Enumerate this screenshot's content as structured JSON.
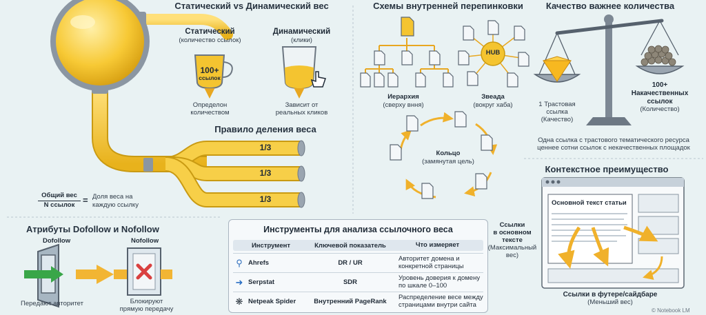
{
  "sections": {
    "static_vs_dynamic": {
      "title": "Статический vs Динамический вес",
      "static": {
        "title": "Статический",
        "subtitle": "(количество ссылок)",
        "badge_num": "100+",
        "badge_word": "ссылок",
        "caption_line1": "Определон",
        "caption_line2": "количеством"
      },
      "dynamic": {
        "title": "Динамический",
        "subtitle": "(клики)",
        "caption_line1": "Зависит от",
        "caption_line2": "реальных кликов"
      }
    },
    "division_rule": {
      "title": "Правило деления веса",
      "shares": [
        "1/3",
        "1/3",
        "1/3"
      ],
      "formula_numerator": "Общий вес",
      "formula_denominator": "N ссылок",
      "formula_eq": "=",
      "formula_result_line1": "Доля веса на",
      "formula_result_line2": "каждую ссылку"
    },
    "attributes": {
      "title": "Атрибуты Dofollow и Nofollow",
      "dofollow": {
        "label": "Dofollow",
        "caption": "Передают авторитет"
      },
      "nofollow": {
        "label": "Nofollow",
        "caption_line1": "Блокируют",
        "caption_line2": "прямую передачу"
      }
    },
    "linking_schemes": {
      "title": "Схемы внутренней перепинковки",
      "hierarchy": {
        "label": "Иерархия",
        "sub": "(сверху вння)"
      },
      "hub": {
        "center": "HUB",
        "label": "Звеада",
        "sub": "(вокруг хаба)"
      },
      "ring": {
        "label": "Кольцо",
        "sub": "(замянутая цель)"
      }
    },
    "quality": {
      "title": "Качество важнее количества",
      "left_line1": "1 Трастовая",
      "left_line2": "ссылка",
      "left_line3": "(Качество)",
      "right_line1": "100+",
      "right_line2": "Накачественных",
      "right_line3": "ссылок",
      "right_line4": "(Количество)",
      "note_line1": "Одна ссылка с трастового тематического ресурса",
      "note_line2": "ценнее сотни ссылок с некачественных площадок"
    },
    "context": {
      "title": "Контекстное преимущество",
      "main_text": "Основной текст статьи",
      "side_line1": "Ссылки",
      "side_line2": "в основном",
      "side_line3": "тексте",
      "side_line4": "(Максимальный",
      "side_line5": "вес)",
      "footer_line1": "Ссылки в футере/сайдбаре",
      "footer_line2": "(Меньший вес)"
    }
  },
  "tools_table": {
    "title": "Инструменты для анализа ссылочного веса",
    "headers": [
      "Инструмент",
      "Ключевой показатель",
      "Что измеряет"
    ],
    "rows": [
      {
        "icon": "search-icon",
        "tool": "Ahrefs",
        "metric": "DR / UR",
        "measures_line1": "Авторитет домена и",
        "measures_line2": "конкретной страницы"
      },
      {
        "icon": "serpstat-icon",
        "tool": "Serpstat",
        "metric": "SDR",
        "measures_line1": "Уровень доверия к домену",
        "measures_line2": "по шкале 0–100"
      },
      {
        "icon": "spider-icon",
        "tool": "Netpeak Spider",
        "metric": "Внутренний PageRank",
        "measures_line1": "Распределение весе между",
        "measures_line2": "страницами внутри сайта"
      }
    ]
  },
  "watermark": "© Notebook LM",
  "colors": {
    "pipe": "#f4c430",
    "pipe_dark": "#c99a12",
    "steel": "#8b96a2",
    "arrow": "#f2b533",
    "background": "#e9f2f3"
  }
}
